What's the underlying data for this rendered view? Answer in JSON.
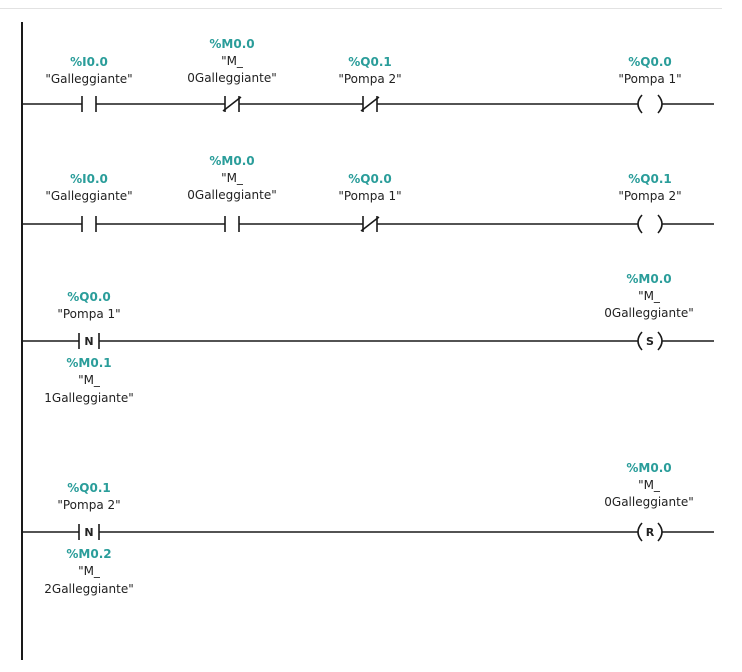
{
  "networks": [
    {
      "contacts": [
        {
          "address": "%I0.0",
          "tag": "\"Galleggiante\"",
          "type": "NO"
        },
        {
          "address": "%M0.0",
          "tag": "\"M_",
          "tag2": "0Galleggiante\"",
          "type": "NC"
        },
        {
          "address": "%Q0.1",
          "tag": "\"Pompa 2\"",
          "type": "NC"
        }
      ],
      "coil": {
        "address": "%Q0.0",
        "tag": "\"Pompa 1\"",
        "letter": ""
      }
    },
    {
      "contacts": [
        {
          "address": "%I0.0",
          "tag": "\"Galleggiante\"",
          "type": "NO"
        },
        {
          "address": "%M0.0",
          "tag": "\"M_",
          "tag2": "0Galleggiante\"",
          "type": "NO"
        },
        {
          "address": "%Q0.0",
          "tag": "\"Pompa 1\"",
          "type": "NC"
        }
      ],
      "coil": {
        "address": "%Q0.1",
        "tag": "\"Pompa 2\"",
        "letter": ""
      }
    },
    {
      "edge": {
        "address": "%Q0.0",
        "tag": "\"Pompa 1\"",
        "letter": "N",
        "mem_address": "%M0.1",
        "mem_tag": "\"M_",
        "mem_tag2": "1Galleggiante\""
      },
      "coil": {
        "address": "%M0.0",
        "tag": "\"M_",
        "tag2": "0Galleggiante\"",
        "letter": "S"
      }
    },
    {
      "edge": {
        "address": "%Q0.1",
        "tag": "\"Pompa 2\"",
        "letter": "N",
        "mem_address": "%M0.2",
        "mem_tag": "\"M_",
        "mem_tag2": "2Galleggiante\""
      },
      "coil": {
        "address": "%M0.0",
        "tag": "\"M_",
        "tag2": "0Galleggiante\"",
        "letter": "R"
      }
    }
  ],
  "colors": {
    "address": "#2a9d9a",
    "line": "#1a1a1a",
    "text": "#222222"
  }
}
